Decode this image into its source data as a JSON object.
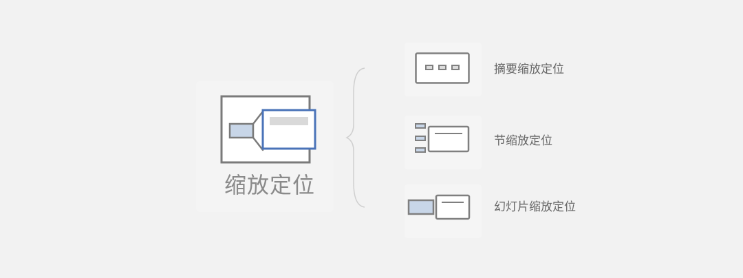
{
  "main": {
    "label": "缩放定位",
    "icon": "zoom-icon"
  },
  "options": [
    {
      "label": "摘要缩放定位",
      "icon": "summary-zoom-icon"
    },
    {
      "label": "节缩放定位",
      "icon": "section-zoom-icon"
    },
    {
      "label": "幻灯片缩放定位",
      "icon": "slide-zoom-icon"
    }
  ],
  "colors": {
    "background": "#f2f2f2",
    "stroke": "#7f7f7f",
    "accent_blue": "#4a73b8",
    "fill_blue": "#c8d6e8",
    "fill_gray": "#d9d9d9",
    "text": "#666666"
  }
}
